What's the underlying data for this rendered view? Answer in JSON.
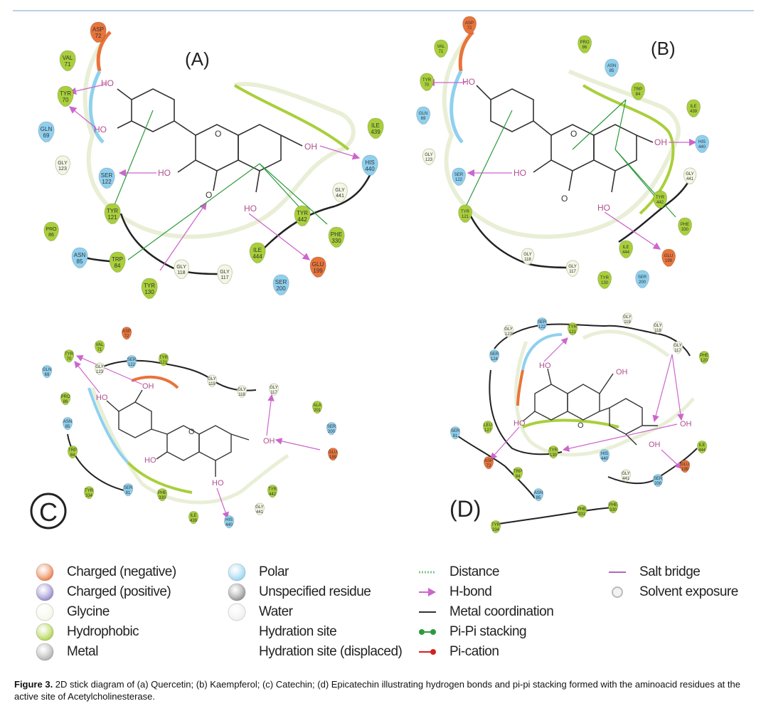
{
  "panels": {
    "a": {
      "label": "(A)"
    },
    "b": {
      "label": "(B)"
    },
    "c": {
      "label": "C"
    },
    "d": {
      "label": "(D)"
    }
  },
  "residues": {
    "a": [
      {
        "id": "a1",
        "name": "ASP",
        "num": "72",
        "type": "neg"
      },
      {
        "id": "a2",
        "name": "VAL",
        "num": "71",
        "type": "hyd"
      },
      {
        "id": "a3",
        "name": "TYR",
        "num": "70",
        "type": "hyd"
      },
      {
        "id": "a4",
        "name": "GLN",
        "num": "69",
        "type": "pol"
      },
      {
        "id": "a5",
        "name": "GLY",
        "num": "123",
        "type": "gly"
      },
      {
        "id": "a6",
        "name": "SER",
        "num": "122",
        "type": "pol"
      },
      {
        "id": "a7",
        "name": "TYR",
        "num": "121",
        "type": "hyd"
      },
      {
        "id": "a8",
        "name": "PRO",
        "num": "86",
        "type": "hyd"
      },
      {
        "id": "a9",
        "name": "ASN",
        "num": "85",
        "type": "pol"
      },
      {
        "id": "a10",
        "name": "TRP",
        "num": "84",
        "type": "hyd"
      },
      {
        "id": "a11",
        "name": "TYR",
        "num": "130",
        "type": "hyd"
      },
      {
        "id": "a12",
        "name": "GLY",
        "num": "118",
        "type": "gly"
      },
      {
        "id": "a13",
        "name": "GLY",
        "num": "117",
        "type": "gly"
      },
      {
        "id": "a14",
        "name": "ILE",
        "num": "439",
        "type": "hyd"
      },
      {
        "id": "a15",
        "name": "HIS",
        "num": "440",
        "type": "pol"
      },
      {
        "id": "a16",
        "name": "GLY",
        "num": "441",
        "type": "gly"
      },
      {
        "id": "a17",
        "name": "TYR",
        "num": "442",
        "type": "hyd"
      },
      {
        "id": "a18",
        "name": "PHE",
        "num": "330",
        "type": "hyd"
      },
      {
        "id": "a19",
        "name": "ILE",
        "num": "444",
        "type": "hyd"
      },
      {
        "id": "a20",
        "name": "GLU",
        "num": "199",
        "type": "neg"
      },
      {
        "id": "a21",
        "name": "SER",
        "num": "200",
        "type": "pol"
      }
    ],
    "b": [
      {
        "id": "b1",
        "name": "ASP",
        "num": "72",
        "type": "neg"
      },
      {
        "id": "b2",
        "name": "VAL",
        "num": "71",
        "type": "hyd"
      },
      {
        "id": "b3",
        "name": "TYR",
        "num": "70",
        "type": "hyd"
      },
      {
        "id": "b4",
        "name": "GLN",
        "num": "69",
        "type": "pol"
      },
      {
        "id": "b5",
        "name": "PRO",
        "num": "86",
        "type": "hyd"
      },
      {
        "id": "b6",
        "name": "ASN",
        "num": "85",
        "type": "pol"
      },
      {
        "id": "b7",
        "name": "TRP",
        "num": "84",
        "type": "hyd"
      },
      {
        "id": "b8",
        "name": "GLY",
        "num": "123",
        "type": "gly"
      },
      {
        "id": "b9",
        "name": "SER",
        "num": "122",
        "type": "pol"
      },
      {
        "id": "b10",
        "name": "TYR",
        "num": "121",
        "type": "hyd"
      },
      {
        "id": "b11",
        "name": "ILE",
        "num": "439",
        "type": "hyd"
      },
      {
        "id": "b12",
        "name": "HIS",
        "num": "440",
        "type": "pol"
      },
      {
        "id": "b13",
        "name": "GLY",
        "num": "441",
        "type": "gly"
      },
      {
        "id": "b14",
        "name": "TYR",
        "num": "442",
        "type": "hyd"
      },
      {
        "id": "b15",
        "name": "PHE",
        "num": "330",
        "type": "hyd"
      },
      {
        "id": "b16",
        "name": "ILE",
        "num": "444",
        "type": "hyd"
      },
      {
        "id": "b17",
        "name": "GLU",
        "num": "199",
        "type": "neg"
      },
      {
        "id": "b18",
        "name": "SER",
        "num": "200",
        "type": "pol"
      },
      {
        "id": "b19",
        "name": "GLY",
        "num": "118",
        "type": "gly"
      },
      {
        "id": "b20",
        "name": "GLY",
        "num": "117",
        "type": "gly"
      },
      {
        "id": "b21",
        "name": "TYR",
        "num": "130",
        "type": "hyd"
      }
    ],
    "c": [
      {
        "id": "c1",
        "name": "ASP",
        "num": "72",
        "type": "neg"
      },
      {
        "id": "c2",
        "name": "VAL",
        "num": "71",
        "type": "hyd"
      },
      {
        "id": "c3",
        "name": "TYR",
        "num": "70",
        "type": "hyd"
      },
      {
        "id": "c4",
        "name": "GLN",
        "num": "69",
        "type": "pol"
      },
      {
        "id": "c5",
        "name": "GLY",
        "num": "123",
        "type": "gly"
      },
      {
        "id": "c6",
        "name": "SER",
        "num": "122",
        "type": "pol"
      },
      {
        "id": "c7",
        "name": "TYR",
        "num": "121",
        "type": "hyd"
      },
      {
        "id": "c8",
        "name": "GLY",
        "num": "119",
        "type": "gly"
      },
      {
        "id": "c9",
        "name": "GLY",
        "num": "118",
        "type": "gly"
      },
      {
        "id": "c10",
        "name": "GLY",
        "num": "117",
        "type": "gly"
      },
      {
        "id": "c11",
        "name": "PRO",
        "num": "86",
        "type": "hyd"
      },
      {
        "id": "c12",
        "name": "ASN",
        "num": "85",
        "type": "pol"
      },
      {
        "id": "c13",
        "name": "TRP",
        "num": "84",
        "type": "hyd"
      },
      {
        "id": "c14",
        "name": "ALA",
        "num": "201",
        "type": "hyd"
      },
      {
        "id": "c15",
        "name": "SER",
        "num": "200",
        "type": "pol"
      },
      {
        "id": "c16",
        "name": "GLU",
        "num": "199",
        "type": "neg"
      },
      {
        "id": "c17",
        "name": "TYR",
        "num": "334",
        "type": "hyd"
      },
      {
        "id": "c18",
        "name": "SER",
        "num": "81",
        "type": "pol"
      },
      {
        "id": "c19",
        "name": "PHE",
        "num": "330",
        "type": "hyd"
      },
      {
        "id": "c20",
        "name": "TYR",
        "num": "442",
        "type": "hyd"
      },
      {
        "id": "c21",
        "name": "GLY",
        "num": "441",
        "type": "gly"
      },
      {
        "id": "c22",
        "name": "ILE",
        "num": "439",
        "type": "hyd"
      },
      {
        "id": "c23",
        "name": "HIS",
        "num": "440",
        "type": "pol"
      }
    ],
    "d": [
      {
        "id": "d1",
        "name": "SER",
        "num": "122",
        "type": "pol"
      },
      {
        "id": "d2",
        "name": "GLY",
        "num": "123",
        "type": "gly"
      },
      {
        "id": "d3",
        "name": "TYR",
        "num": "121",
        "type": "hyd"
      },
      {
        "id": "d4",
        "name": "GLY",
        "num": "119",
        "type": "gly"
      },
      {
        "id": "d5",
        "name": "GLY",
        "num": "118",
        "type": "gly"
      },
      {
        "id": "d6",
        "name": "GLY",
        "num": "117",
        "type": "gly"
      },
      {
        "id": "d7",
        "name": "PHE",
        "num": "120",
        "type": "hyd"
      },
      {
        "id": "d8",
        "name": "SER",
        "num": "124",
        "type": "pol"
      },
      {
        "id": "d9",
        "name": "SER",
        "num": "81",
        "type": "pol"
      },
      {
        "id": "d10",
        "name": "LEU",
        "num": "127",
        "type": "hyd"
      },
      {
        "id": "d11",
        "name": "TYR",
        "num": "130",
        "type": "hyd"
      },
      {
        "id": "d12",
        "name": "HIS",
        "num": "440",
        "type": "pol"
      },
      {
        "id": "d13",
        "name": "GLY",
        "num": "441",
        "type": "gly"
      },
      {
        "id": "d14",
        "name": "ILE",
        "num": "444",
        "type": "hyd"
      },
      {
        "id": "d15",
        "name": "GLU",
        "num": "199",
        "type": "neg"
      },
      {
        "id": "d16",
        "name": "SER",
        "num": "200",
        "type": "pol"
      },
      {
        "id": "d17",
        "name": "ASP",
        "num": "72",
        "type": "neg"
      },
      {
        "id": "d18",
        "name": "TRP",
        "num": "84",
        "type": "hyd"
      },
      {
        "id": "d19",
        "name": "ASN",
        "num": "85",
        "type": "pol"
      },
      {
        "id": "d20",
        "name": "PHE",
        "num": "331",
        "type": "hyd"
      },
      {
        "id": "d21",
        "name": "PHE",
        "num": "330",
        "type": "hyd"
      },
      {
        "id": "d22",
        "name": "TYR",
        "num": "334",
        "type": "hyd"
      }
    ]
  },
  "atoms": {
    "a": {
      "ho1": "HO",
      "ho2": "HO",
      "ho3": "HO",
      "ho4": "HO",
      "oh1": "OH",
      "o_ring": "O",
      "o_keto": "O"
    },
    "b": {
      "ho1": "HO",
      "ho2": "HO",
      "ho3": "HO",
      "oh1": "OH",
      "o_ring": "O",
      "o_keto": "O"
    },
    "c": {
      "ho1": "HO",
      "oh1": "OH",
      "ho2": "HO",
      "oh2": "OH",
      "ho3": "HO",
      "o_ring": "O"
    },
    "d": {
      "ho1": "HO",
      "oh1": "OH",
      "ho2": "HO",
      "oh2": "OH",
      "oh3": "OH",
      "o_ring": "O"
    }
  },
  "legend": [
    {
      "label": "Charged (negative)",
      "swatch": "neg"
    },
    {
      "label": "Charged (positive)",
      "swatch": "pos"
    },
    {
      "label": "Glycine",
      "swatch": "gly"
    },
    {
      "label": "Hydrophobic",
      "swatch": "hyd"
    },
    {
      "label": "Metal",
      "swatch": "metal"
    },
    {
      "label": "Polar",
      "swatch": "pol"
    },
    {
      "label": "Unspecified residue",
      "swatch": "unspec"
    },
    {
      "label": "Water",
      "swatch": "water"
    },
    {
      "label": "Hydration site",
      "swatch": "none"
    },
    {
      "label": "Hydration site (displaced)",
      "swatch": "none"
    },
    {
      "label": "Distance",
      "swatch": "distance"
    },
    {
      "label": "H-bond",
      "swatch": "hbond"
    },
    {
      "label": "Metal coordination",
      "swatch": "metalcoord"
    },
    {
      "label": "Pi-Pi stacking",
      "swatch": "pipi"
    },
    {
      "label": "Pi-cation",
      "swatch": "pication"
    },
    {
      "label": "Salt bridge",
      "swatch": "saltbridge"
    },
    {
      "label": "Solvent exposure",
      "swatch": "solvent"
    }
  ],
  "colors": {
    "neg": "#e8743b",
    "pos": "#8a7fc8",
    "gly": "#f4f6e6",
    "hyd": "#a9cf3b",
    "pol": "#8fd0ef",
    "metal": "#a9a9a9",
    "unspec": "#8a8a8a",
    "water": "#eeeeee",
    "hbond": "#cc66cc",
    "pipi": "#2e9a3e",
    "pication": "#d42020"
  },
  "caption": {
    "label": "Figure 3.",
    "text": " 2D stick diagram of (a) Quercetin; (b) Kaempferol; (c) Catechin; (d) Epicatechin illustrating hydrogen bonds and pi-pi stacking formed with the aminoacid residues at the active site of Acetylcholinesterase."
  }
}
